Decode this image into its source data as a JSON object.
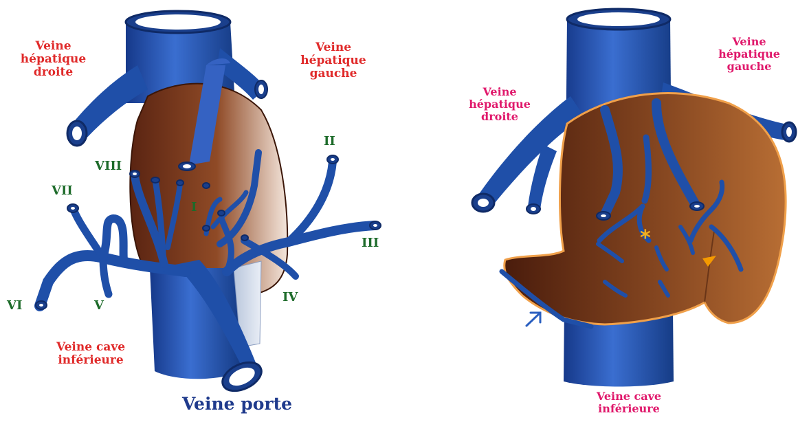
{
  "left_diagram": {
    "label_right_hepatic_vein": [
      "Veine",
      "hépatique",
      "droite"
    ],
    "label_left_hepatic_vein": [
      "Veine",
      "hépatique",
      "gauche"
    ],
    "label_inferior_vena_cava": [
      "Veine cave",
      "inférieure"
    ],
    "label_portal_vein": "Veine porte",
    "segments": {
      "I": "I",
      "II": "II",
      "III": "III",
      "IV": "IV",
      "V": "V",
      "VI": "VI",
      "VII": "VII",
      "VIII": "VIII"
    }
  },
  "right_diagram": {
    "label_right_hepatic_vein": [
      "Veine",
      "hépatique",
      "droite"
    ],
    "label_left_hepatic_vein": [
      "Veine",
      "hépatique",
      "gauche"
    ],
    "label_inferior_vena_cava": [
      "Veine cave",
      "inférieure"
    ],
    "asterisk": "*"
  },
  "colors": {
    "vein_blue": "#1f4fa8",
    "vein_dark": "#163c86",
    "liver_brown": "#7a3a1e",
    "label_red": "#e02a2a",
    "label_pink": "#e0186b",
    "segment_green": "#1d6b2a",
    "portal_label_blue": "#1f3a8c",
    "marker_yellow": "#f2b01e",
    "marker_orange": "#f59a00"
  }
}
